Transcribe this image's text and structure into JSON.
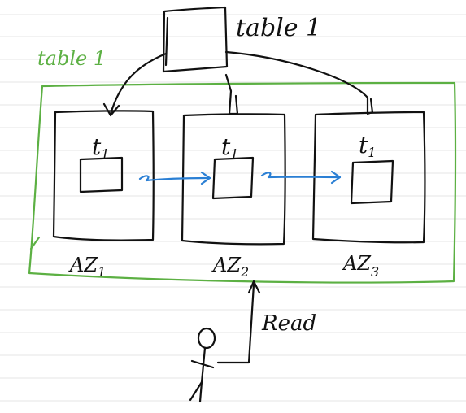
{
  "colors": {
    "ink": "#111111",
    "region": "#5cb043",
    "replication": "#2a7fd4",
    "ruled_line": "#e6e6e6",
    "background": "#ffffff"
  },
  "source_table": {
    "label": "table 1"
  },
  "region_box": {
    "label": "table 1"
  },
  "availability_zones": [
    {
      "label": "AZ",
      "subscript": "1",
      "replica_label": "t",
      "replica_subscript": "1"
    },
    {
      "label": "AZ",
      "subscript": "2",
      "replica_label": "t",
      "replica_subscript": "1"
    },
    {
      "label": "AZ",
      "subscript": "3",
      "replica_label": "t",
      "replica_subscript": "1"
    }
  ],
  "client": {
    "action_label": "Read",
    "icon": "stick-figure-icon"
  },
  "icons": [
    "stick-figure-icon",
    "replication-arrow-icon"
  ]
}
